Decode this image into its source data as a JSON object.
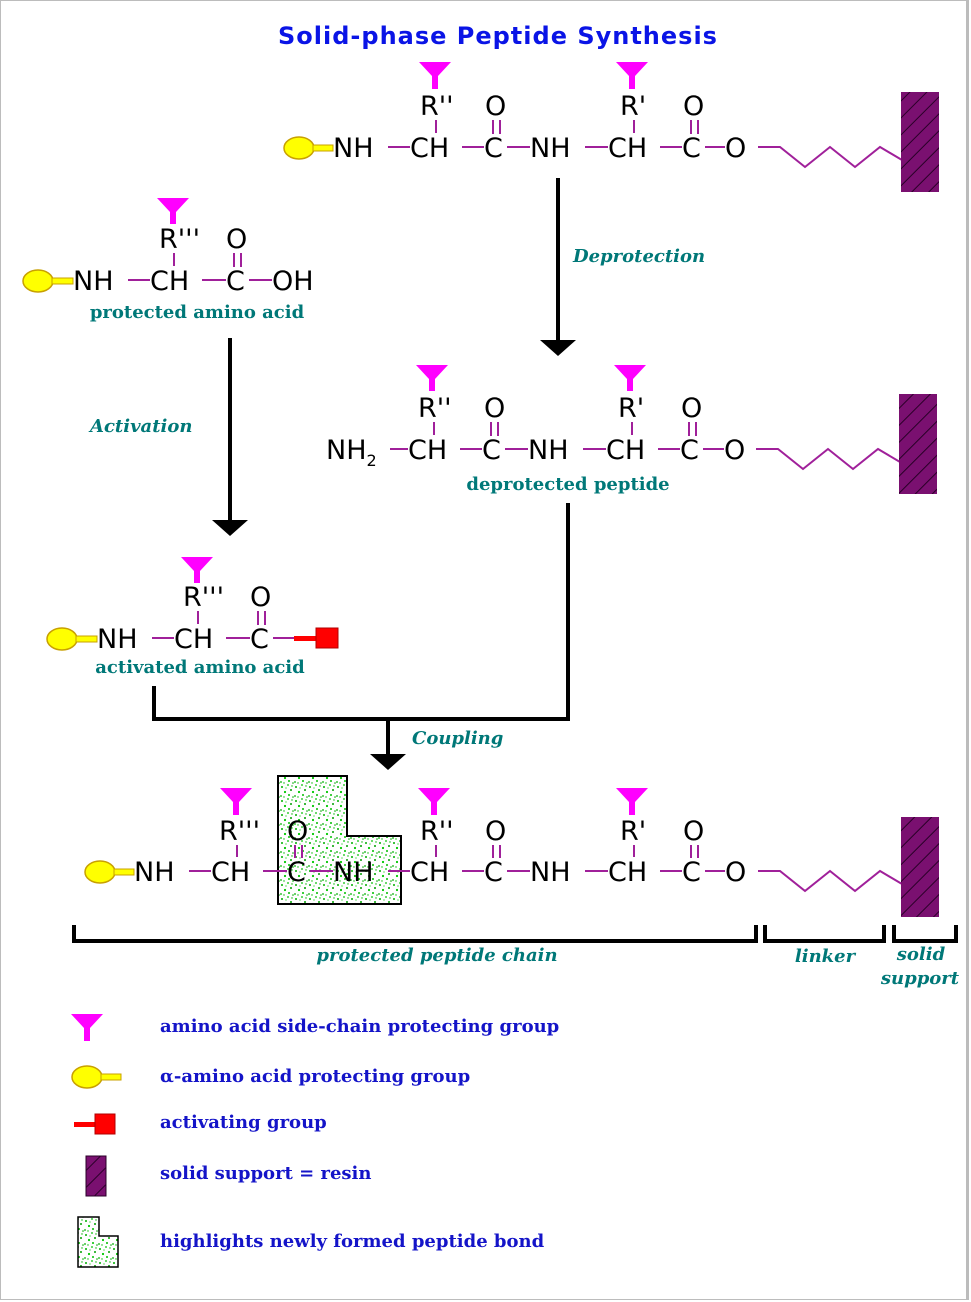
{
  "title": "Solid-phase Peptide Synthesis",
  "colors": {
    "title": "#0a14e6",
    "label": "#007878",
    "legend": "#1414c8",
    "bond": "#a0209a",
    "side_chain_protecting_group": "#ff00ff",
    "alpha_amino_protecting_group": "#ffff00",
    "activating_group": "#ff0000",
    "resin": "#7a1070",
    "highlight": "#00c000"
  },
  "atoms": {
    "NH": "NH",
    "CH": "CH",
    "C": "C",
    "O": "O",
    "OH": "OH",
    "NH2": "NH",
    "NH2_sub": "2",
    "R1": "R'",
    "R2": "R''",
    "R3": "R'''"
  },
  "labels": {
    "protected_amino_acid": "protected amino acid",
    "deprotected_peptide": "deprotected peptide",
    "activated_amino_acid": "activated amino acid"
  },
  "steps": {
    "deprotection": "Deprotection",
    "activation": "Activation",
    "coupling": "Coupling"
  },
  "brackets": {
    "peptide_chain": "protected peptide chain",
    "linker": "linker",
    "solid_support_line1": "solid",
    "solid_support_line2": "support"
  },
  "legend": [
    {
      "icon": "side-chain-protecting-group-icon",
      "text": "amino acid side-chain protecting group"
    },
    {
      "icon": "alpha-amino-protecting-group-icon",
      "text": "α-amino acid protecting group"
    },
    {
      "icon": "activating-group-icon",
      "text": "activating group"
    },
    {
      "icon": "resin-icon",
      "text": "solid support = resin"
    },
    {
      "icon": "peptide-bond-highlight-icon",
      "text": "highlights newly formed peptide bond"
    }
  ]
}
